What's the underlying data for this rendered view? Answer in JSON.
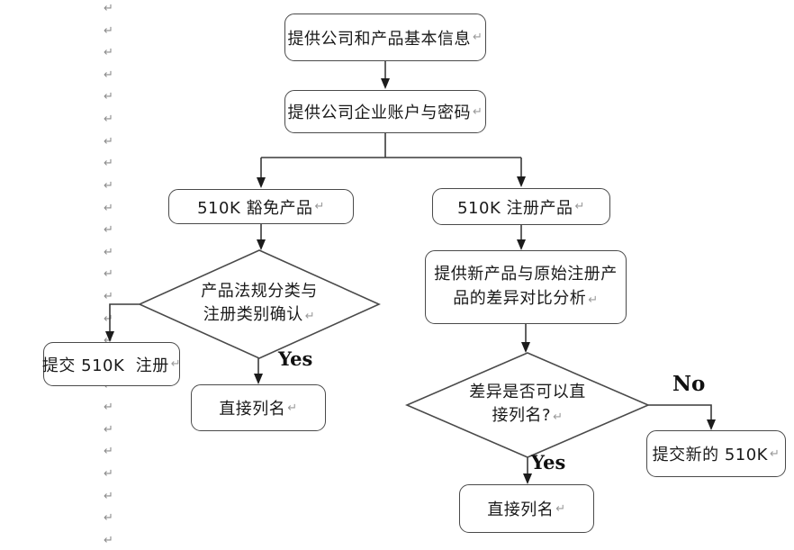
{
  "document": {
    "background": "#ffffff",
    "formatting_marks": {
      "glyph": "↵",
      "count": 25,
      "color": "#8c8c8c"
    }
  },
  "flowchart": {
    "nodes": {
      "start": {
        "label": "提供公司和产品基本信息"
      },
      "account": {
        "label": "提供公司企业账户与密码"
      },
      "exempt": {
        "label": "510K 豁免产品"
      },
      "registered": {
        "label": "510K 注册产品"
      },
      "classify_decision": {
        "lines": [
          "产品法规分类与",
          "注册类别确认"
        ]
      },
      "submit_510k": {
        "label": "提交 510K  注册"
      },
      "direct_list_left": {
        "label": "直接列名"
      },
      "diff_analysis": {
        "lines": [
          "提供新产品与原始注册产",
          "品的差异对比分析"
        ]
      },
      "diff_decision": {
        "lines": [
          "差异是否可以直",
          "接列名?"
        ]
      },
      "submit_new_510k": {
        "label": "提交新的 510K"
      },
      "direct_list_right": {
        "label": "直接列名"
      }
    },
    "edge_labels": {
      "yes_left": "Yes",
      "yes_right": "Yes",
      "no": "No"
    },
    "colors": {
      "shape_border": "#4a4a4a",
      "connector": "#3a3a3a",
      "text": "#1a1a1a",
      "formatting_mark": "#8c8c8c"
    }
  }
}
